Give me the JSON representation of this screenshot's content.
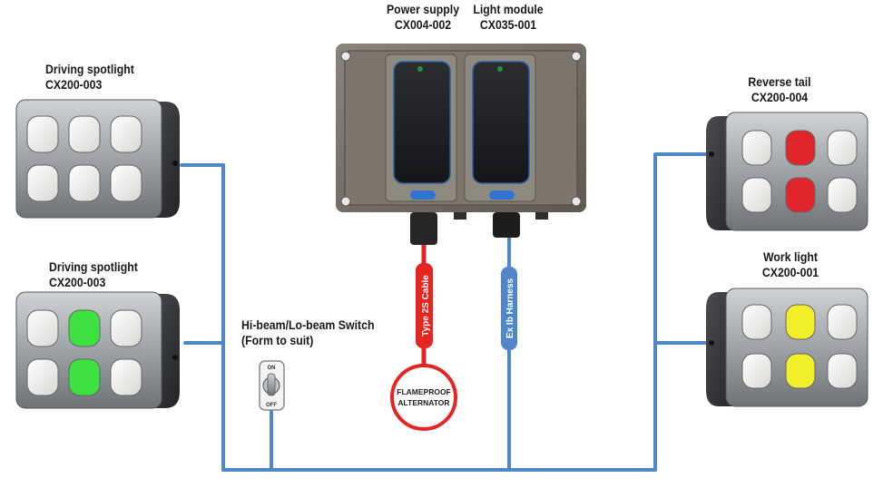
{
  "labels": {
    "power_supply": {
      "name": "Power supply",
      "code": "CX004-002"
    },
    "light_module": {
      "name": "Light module",
      "code": "CX035-001"
    },
    "spot_top": {
      "name": "Driving spotlight",
      "code": "CX200-003"
    },
    "spot_bottom": {
      "name": "Driving spotlight",
      "code": "CX200-003"
    },
    "reverse_tail": {
      "name": "Reverse tail",
      "code": "CX200-004"
    },
    "work_light": {
      "name": "Work light",
      "code": "CX200-001"
    },
    "switch": {
      "name": "Hi-beam/Lo-beam Switch",
      "note": "(Form to suit)"
    }
  },
  "cables": {
    "type2s": "Type 2S Cable",
    "harness": "Ex Ib Harness"
  },
  "alternator": {
    "line1": "FLAMEPROOF",
    "line2": "ALTERNATOR"
  },
  "switch_marks": {
    "on": "ON",
    "off": "OFF"
  },
  "colors": {
    "wire": "#4f87c9",
    "cable_red": "#e52521",
    "lamp_green": "#3ee23e",
    "lamp_red": "#e0262a",
    "lamp_yellow": "#f2ef2a",
    "lamp_white": "#f4f4f2"
  }
}
